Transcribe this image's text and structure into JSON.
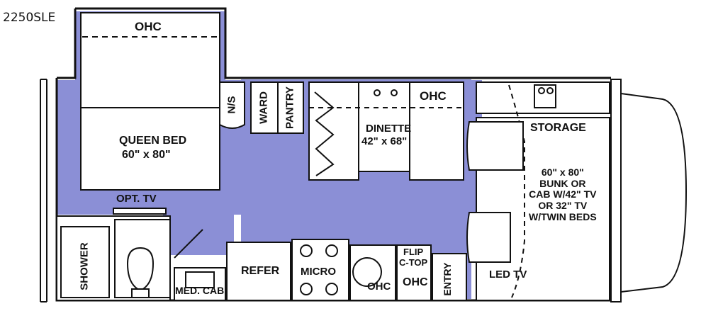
{
  "model": "2250SLE",
  "labels": {
    "ohc_bedroom": "OHC",
    "queen_bed_title": "QUEEN BED",
    "queen_bed_size": "60\" x 80\"",
    "nightstand": "N/S",
    "wardrobe": "WARD",
    "pantry": "PANTRY",
    "dinette_title": "DINETTE",
    "dinette_size": "42\" x 68\"",
    "ohc_dinette": "OHC",
    "storage": "STORAGE",
    "bunk": [
      "60\" x 80\"",
      "BUNK OR",
      "CAB W/42\" TV",
      "OR 32\" TV",
      "W/TWIN BEDS"
    ],
    "opt_tv": "OPT. TV",
    "shower": "SHOWER",
    "med_cab": "MED. CAB",
    "refer": "REFER",
    "micro": "MICRO",
    "ohc_galley": "OHC",
    "flip_top": [
      "FLIP",
      "C-TOP"
    ],
    "ohc_flip": "OHC",
    "entry": "ENTRY",
    "led_tv": "LED TV"
  },
  "colors": {
    "floor": "#8b8fd6",
    "wall": "#111111",
    "furniture": "#ffffff"
  }
}
